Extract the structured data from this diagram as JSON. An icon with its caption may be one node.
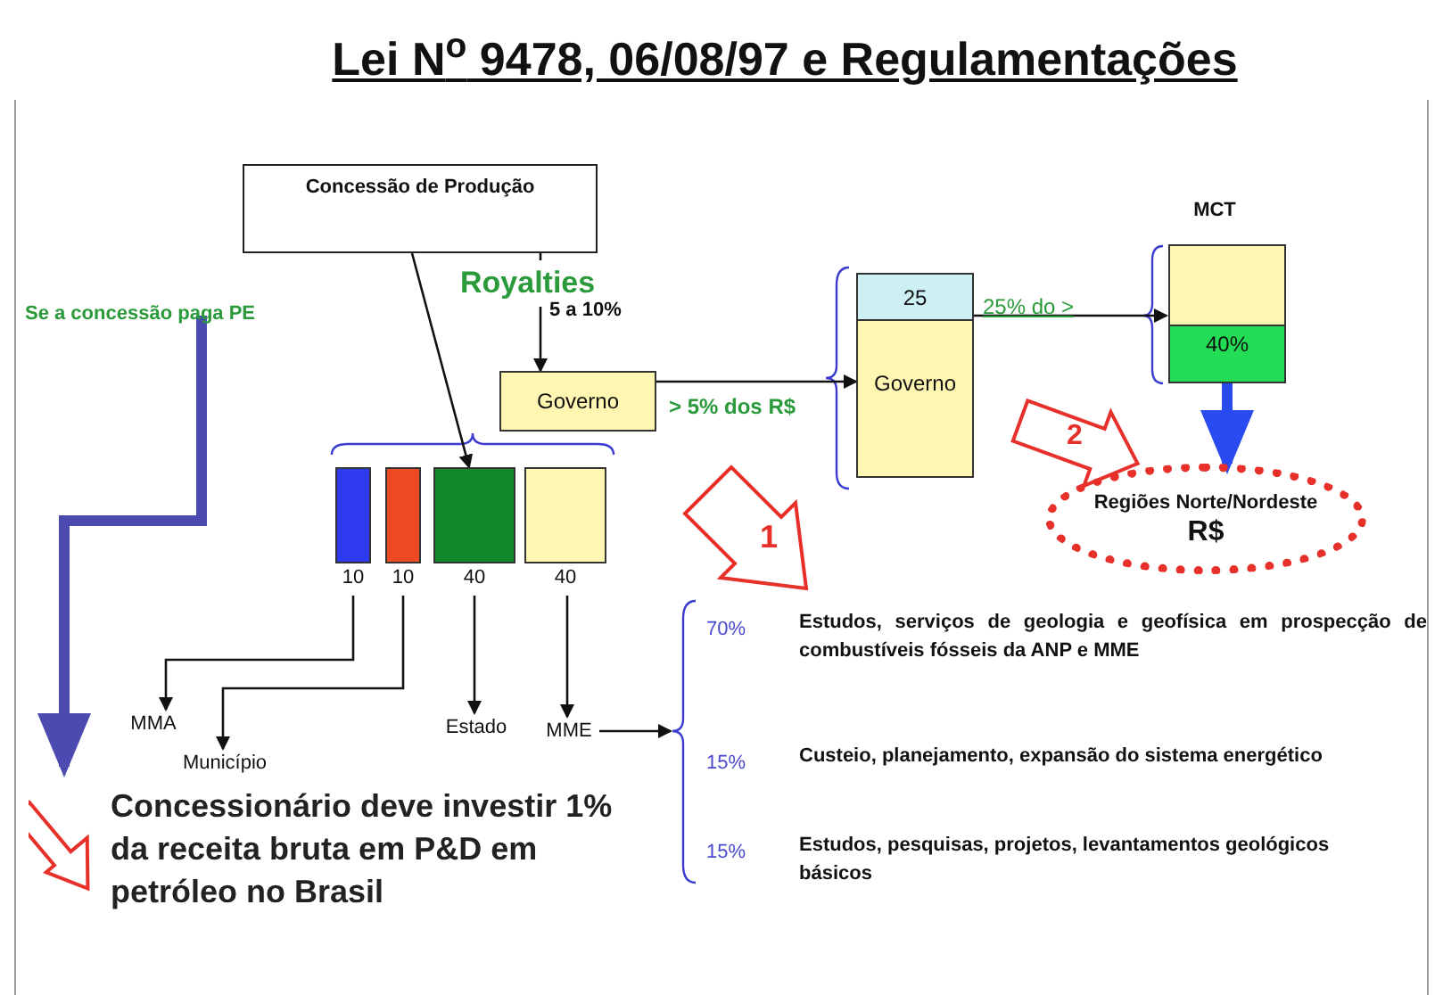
{
  "diagram": {
    "title": "Lei N$^{o}$ 9478, 06/08/97 e Regulamentações",
    "nodes": [
      {
        "text": [
          "Concessão de Produção"
        ]
      },
      {
        "text": [
          "Governo"
        ]
      },
      {
        "text": [],
        "shape": "bar",
        "beside": [
          "10"
        ]
      },
      {
        "text": [],
        "shape": "bar",
        "beside": [
          "10"
        ]
      },
      {
        "text": [],
        "shape": "bar",
        "beside": [
          "40"
        ]
      },
      {
        "text": [],
        "shape": "bar",
        "beside": [
          "40"
        ]
      },
      {
        "text": [
          "MMA"
        ]
      },
      {
        "text": [
          "Município"
        ]
      },
      {
        "text": [
          "Estado"
        ]
      },
      {
        "text": [
          "MME"
        ]
      },
      {
        "text": [
          "25",
          "Governo"
        ]
      },
      {
        "text": [
          "MCT",
          "40%"
        ]
      },
      {
        "text": [
          "Regiões Norte/Nordeste",
          "R$"
        ]
      },
      {
        "text": [
          "Se a concessão paga PE"
        ]
      },
      {
        "text": [
          "Concessionário deve investir 1% da receita bruta em P&D em petróleo no Brasil"
        ]
      },
      {
        "text": [],
        "shape": "brace"
      }
    ],
    "edges": [
      {
        "from": 0,
        "to": 1,
        "arrow": "to",
        "label": "Royalties"
      },
      {
        "from": 0,
        "to": 4,
        "arrow": "to"
      },
      {
        "from": 1,
        "to": 10,
        "arrow": "to",
        "label": "> 5% dos R$"
      },
      {
        "from": 10,
        "to": 11,
        "arrow": "to",
        "label": "25% do >"
      },
      {
        "from": 11,
        "to": 12,
        "arrow": "to",
        "style": "thick",
        "color": "#2a4bef"
      },
      {
        "from": 2,
        "to": 6,
        "arrow": "to"
      },
      {
        "from": 3,
        "to": 7,
        "arrow": "to"
      },
      {
        "from": 4,
        "to": 8,
        "arrow": "to"
      },
      {
        "from": 5,
        "to": 9,
        "arrow": "to"
      },
      {
        "from": 9,
        "to": 15,
        "arrow": "to"
      },
      {
        "from": 13,
        "to": 14,
        "arrow": "to",
        "style": "thick",
        "color": "#4a4ab0"
      }
    ],
    "labels": [
      "5 a 10%",
      "1",
      "2",
      "70%",
      "Estudos, serviços de geologia e geofísica em prospecção de combustíveis fósseis da ANP e MME",
      "15%",
      "Custeio, planejamento, expansão do sistema energético",
      "15%",
      "Estudos, pesquisas, projetos, levantamentos geológicos básicos"
    ]
  }
}
